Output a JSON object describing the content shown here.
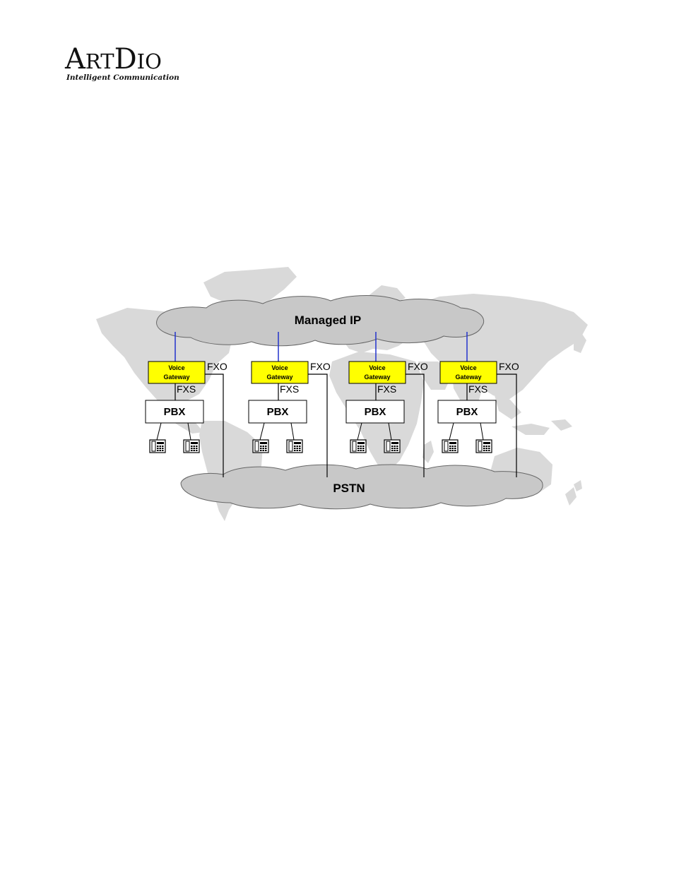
{
  "logo": {
    "brand_a": "A",
    "brand_rt": "RT",
    "brand_d": "D",
    "brand_io": "IO",
    "tagline": "Intelligent Communication"
  },
  "diagram": {
    "clouds": {
      "top": "Managed IP",
      "bottom": "PSTN"
    },
    "site_labels": {
      "gateway_line1": "Voice",
      "gateway_line2": "Gateway",
      "fxo": "FXO",
      "fxs": "FXS",
      "pbx": "PBX"
    },
    "colors": {
      "gateway_fill": "#ffff00",
      "ip_link": "#2233cc",
      "map": "#d9d9d9",
      "cloud": "#c8c8c8"
    },
    "icons": [
      "telephone-icon"
    ]
  }
}
